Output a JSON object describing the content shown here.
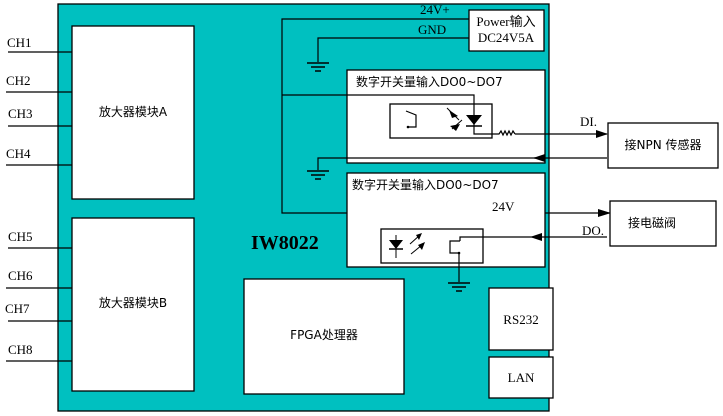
{
  "diagram": {
    "title": "IW8022",
    "colors": {
      "board": "#00C0C0",
      "block": "#FFFFFF",
      "line": "#000000"
    },
    "channels_a": [
      "CH1",
      "CH2",
      "CH3",
      "CH4"
    ],
    "channels_b": [
      "CH5",
      "CH6",
      "CH7",
      "CH8"
    ],
    "amp_a": "放大器模块A",
    "amp_b": "放大器模块B",
    "power": {
      "line1": "Power输入",
      "line2": "DC24V5A",
      "v_label": "24V+",
      "gnd_label": "GND"
    },
    "din_block": {
      "title": "数字开关量输入DO0~DO7"
    },
    "dout_block": {
      "title": "数字开关量输入DO0~DO7",
      "v_label": "24V"
    },
    "fpga": "FPGA处理器",
    "rs232": "RS232",
    "lan": "LAN",
    "npn": {
      "label": "接NPN 传感器",
      "signal": "DI."
    },
    "valve": {
      "label": "接电磁阀",
      "signal": "DO."
    },
    "icons": [
      "ground-icon",
      "optocoupler-icon",
      "resistor-icon",
      "arrow-icon"
    ]
  }
}
